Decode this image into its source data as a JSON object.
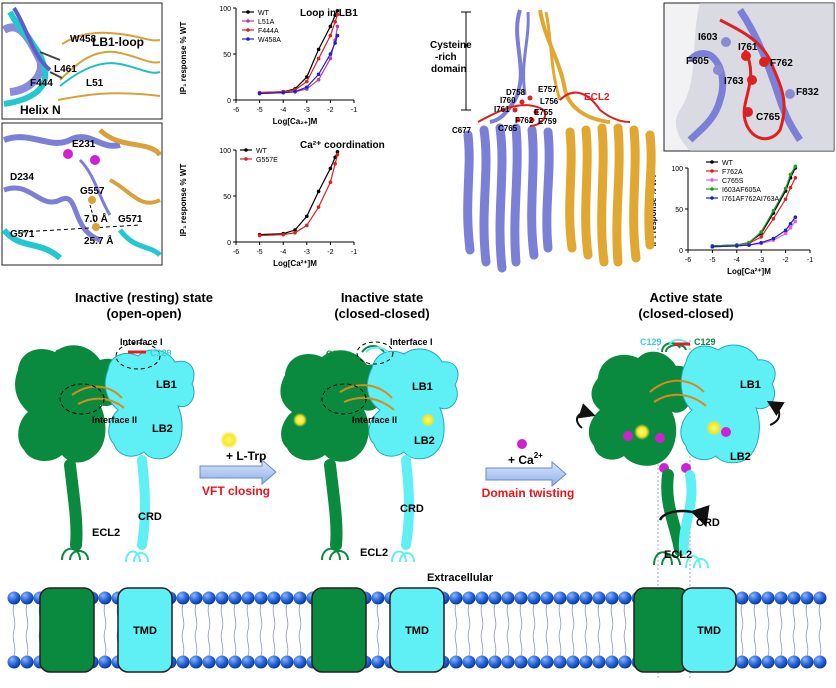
{
  "panels": {
    "struct1": {
      "helix_n": "Helix N",
      "lb1_loop": "LB1-loop",
      "w458": "W458",
      "l461": "L461",
      "f444": "F444",
      "l51": "L51"
    },
    "struct2": {
      "e231": "E231",
      "d234": "D234",
      "g557": "G557",
      "g571a": "G571",
      "g571b": "G571",
      "d1": "7.0 Å",
      "d2": "25.7 Å"
    },
    "struct3": {
      "crd": "Cysteine\n-rich\ndomain",
      "ecl2": "ECL2",
      "c677": "C677",
      "res": [
        "D758",
        "E757",
        "I760",
        "L756",
        "I761",
        "E755",
        "F762",
        "E759",
        "C765"
      ]
    },
    "struct4": {
      "i603": "I603",
      "i761": "I761",
      "f605": "F605",
      "f762": "F762",
      "i763": "I763",
      "f832": "F832",
      "c765": "C765"
    }
  },
  "chart_data": [
    {
      "type": "line",
      "title": "Loop in LB1",
      "xlabel": "Log[Ca₂₊]M",
      "ylabel": "IP₁ response % WT",
      "xlim": [
        -6,
        -1
      ],
      "ylim": [
        0,
        100
      ],
      "xticks": [
        "-6",
        "-5",
        "-4",
        "-3",
        "-2",
        "-1"
      ],
      "yticks": [
        "0",
        "50",
        "100"
      ],
      "series": [
        {
          "name": "WT",
          "color": "#000000",
          "x": [
            -5,
            -4,
            -3.5,
            -3,
            -2.5,
            -2,
            -1.8,
            -1.7
          ],
          "y": [
            8,
            9,
            12,
            25,
            55,
            80,
            92,
            97
          ]
        },
        {
          "name": "L51A",
          "color": "#b040b0",
          "x": [
            -5,
            -4,
            -3.5,
            -3,
            -2.5,
            -2,
            -1.8,
            -1.7
          ],
          "y": [
            7,
            8,
            9,
            12,
            22,
            45,
            65,
            80
          ]
        },
        {
          "name": "F444A",
          "color": "#e02020",
          "x": [
            -5,
            -4,
            -3.5,
            -3,
            -2.5,
            -2,
            -1.8,
            -1.7
          ],
          "y": [
            8,
            9,
            11,
            20,
            45,
            70,
            85,
            93
          ]
        },
        {
          "name": "W458A",
          "color": "#2020d0",
          "x": [
            -5,
            -4,
            -3.5,
            -3,
            -2.5,
            -2,
            -1.8,
            -1.7
          ],
          "y": [
            7,
            8,
            9,
            14,
            28,
            50,
            62,
            70
          ]
        }
      ]
    },
    {
      "type": "line",
      "title": "Ca²⁺ coordination",
      "xlabel": "Log[Ca²⁺]M",
      "ylabel": "IP₁ response % WT",
      "xlim": [
        -6,
        -1
      ],
      "ylim": [
        0,
        100
      ],
      "xticks": [
        "-6",
        "-5",
        "-4",
        "-3",
        "-2",
        "-1"
      ],
      "yticks": [
        "0",
        "50",
        "100"
      ],
      "series": [
        {
          "name": "WT",
          "color": "#000000",
          "x": [
            -5,
            -4,
            -3.5,
            -3,
            -2.5,
            -2,
            -1.8,
            -1.7
          ],
          "y": [
            8,
            9,
            13,
            28,
            55,
            80,
            92,
            98
          ]
        },
        {
          "name": "G557E",
          "color": "#e02020",
          "x": [
            -5,
            -4,
            -3.5,
            -3,
            -2.5,
            -2,
            -1.8,
            -1.7
          ],
          "y": [
            7,
            8,
            10,
            18,
            38,
            65,
            85,
            95
          ]
        }
      ]
    },
    {
      "type": "line",
      "xlabel": "Log[Ca²⁺]M",
      "ylabel": "IP₁ response % WT",
      "xlim": [
        -6,
        -1
      ],
      "ylim": [
        0,
        100
      ],
      "xticks": [
        "-6",
        "-5",
        "-4",
        "-3",
        "-2",
        "-1"
      ],
      "yticks": [
        "0",
        "50",
        "100"
      ],
      "series": [
        {
          "name": "WT",
          "color": "#000000",
          "x": [
            -5,
            -4,
            -3.5,
            -3,
            -2.5,
            -2,
            -1.8,
            -1.6
          ],
          "y": [
            5,
            6,
            9,
            20,
            45,
            72,
            88,
            100
          ]
        },
        {
          "name": "F762A",
          "color": "#e02020",
          "x": [
            -5,
            -4,
            -3.5,
            -3,
            -2.5,
            -2,
            -1.8,
            -1.6
          ],
          "y": [
            5,
            6,
            8,
            16,
            38,
            62,
            76,
            88
          ]
        },
        {
          "name": "C765S",
          "color": "#e060e0",
          "x": [
            -5,
            -4,
            -3.5,
            -3,
            -2.5,
            -2,
            -1.8,
            -1.6
          ],
          "y": [
            4,
            5,
            6,
            8,
            12,
            20,
            27,
            35
          ]
        },
        {
          "name": "I603AF605A",
          "color": "#20a020",
          "x": [
            -5,
            -4,
            -3.5,
            -3,
            -2.5,
            -2,
            -1.8,
            -1.6
          ],
          "y": [
            5,
            6,
            9,
            22,
            48,
            75,
            92,
            102
          ]
        },
        {
          "name": "I761AF762AI763A",
          "color": "#2020d0",
          "x": [
            -5,
            -4,
            -3.5,
            -3,
            -2.5,
            -2,
            -1.8,
            -1.6
          ],
          "y": [
            4,
            5,
            6,
            9,
            14,
            24,
            32,
            40
          ]
        }
      ]
    }
  ],
  "schematic": {
    "states": [
      {
        "title1": "Inactive (resting) state",
        "title2": "(open-open)"
      },
      {
        "title1": "Inactive state",
        "title2": "(closed-closed)"
      },
      {
        "title1": "Active state",
        "title2": "(closed-closed)"
      }
    ],
    "labels": {
      "c129": "C129",
      "interface1": "Interface I",
      "interface2": "Interface II",
      "lb1": "LB1",
      "lb2": "LB2",
      "crd": "CRD",
      "ecl2": "ECL2",
      "tmd": "TMD",
      "extracellular": "Extracellular"
    },
    "step1": {
      "ligand": "+ L-Trp",
      "action": "VFT closing"
    },
    "step2": {
      "ligand": "+ Ca",
      "sup": "2+",
      "action": "Domain twisting"
    },
    "colors": {
      "green": "#0a8a3e",
      "cyan": "#5ff0f5",
      "orange": "#d98a1a",
      "red_text": "#e8141b",
      "membrane": "#1f63d6",
      "ion": "#d020d0",
      "trp": "#f5e62a"
    }
  }
}
